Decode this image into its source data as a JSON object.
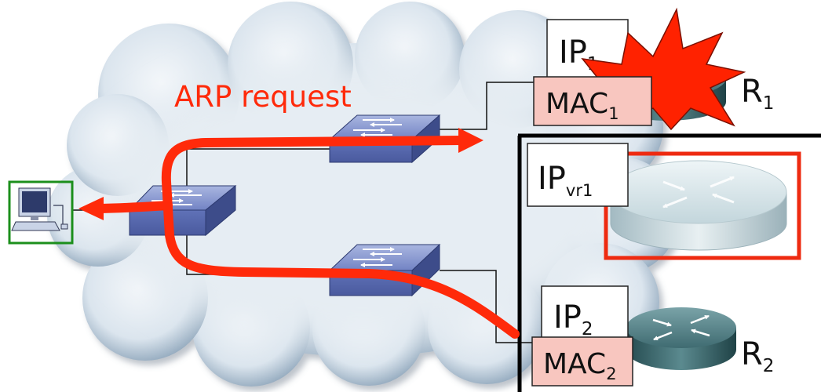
{
  "annotation": {
    "label": "ARP request"
  },
  "hosts": {
    "pc": {
      "icon": "computer-icon"
    }
  },
  "network": {
    "icon": "cloud-icon",
    "switch_icon": "switch-icon"
  },
  "routers": {
    "r1": {
      "icon": "router-icon",
      "status_icon": "explosion-icon",
      "label": {
        "base": "R",
        "sub": "1"
      },
      "ip": {
        "base": "IP",
        "sub": "1"
      },
      "mac": {
        "base": "MAC",
        "sub": "1"
      }
    },
    "virtual": {
      "icon": "router-icon",
      "ip": {
        "base": "IP",
        "sub": "vr1"
      }
    },
    "r2": {
      "icon": "router-icon",
      "label": {
        "base": "R",
        "sub": "2"
      },
      "ip": {
        "base": "IP",
        "sub": "2"
      },
      "mac": {
        "base": "MAC",
        "sub": "2"
      }
    }
  },
  "colors": {
    "arrow": "#ff2a0a",
    "failure": "#ff2200",
    "host_highlight": "#1c8f1c",
    "virtual_router_highlight": "#ee2a10",
    "mac_box": "#f8c6bf",
    "ip_box": "#ffffff",
    "cloud": "#dfe8f0",
    "switch": "#5a6db0",
    "router": "#3f6d73"
  }
}
